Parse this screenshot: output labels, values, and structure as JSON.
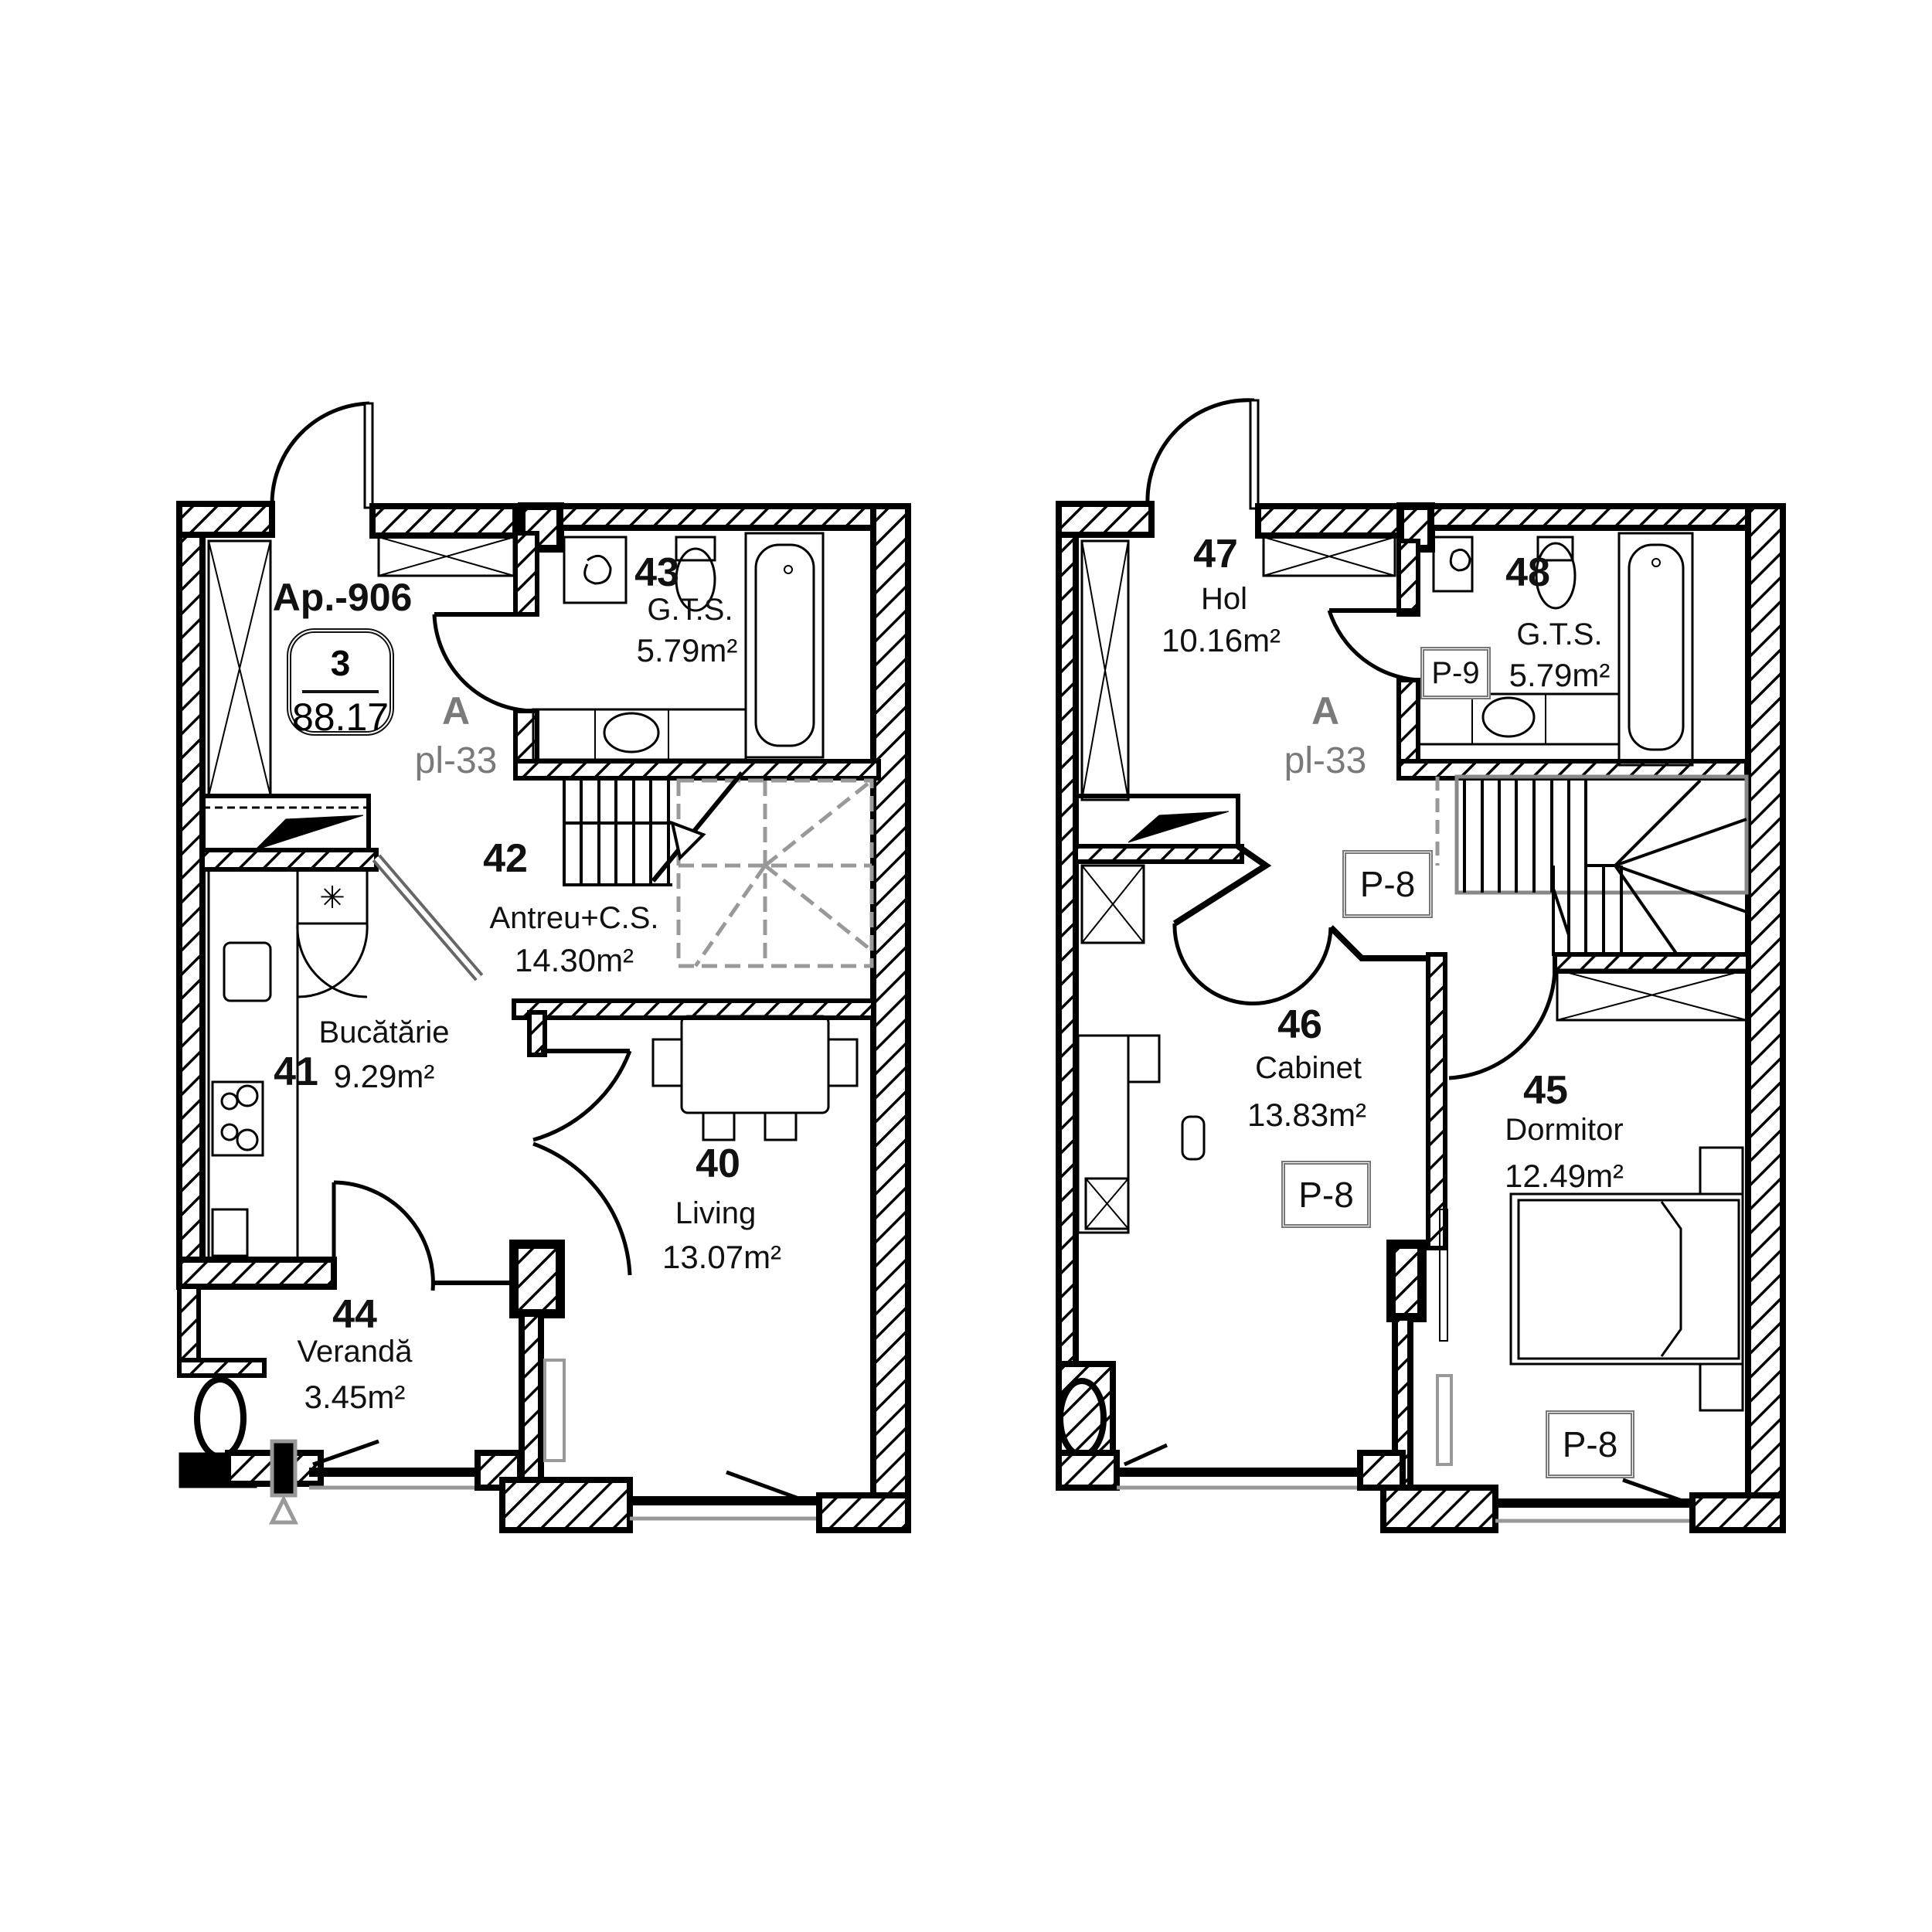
{
  "plan": {
    "apartment": {
      "code": "Ap.-906",
      "rooms": "3",
      "total_area": "88.17",
      "section": "A",
      "staircase": "pl-33"
    },
    "ground_floor": {
      "section": "A",
      "staircase": "pl-33",
      "rooms": [
        {
          "number": "43",
          "name": "G.T.S.",
          "area": "5.79m²"
        },
        {
          "number": "42",
          "name": "Antreu+C.S.",
          "area": "14.30m²"
        },
        {
          "number": "41",
          "name": "Bucătărie",
          "area": "9.29m²"
        },
        {
          "number": "40",
          "name": "Living",
          "area": "13.07m²"
        },
        {
          "number": "44",
          "name": "Verandă",
          "area": "3.45m²"
        }
      ]
    },
    "upper_floor": {
      "section": "A",
      "staircase": "pl-33",
      "rooms": [
        {
          "number": "47",
          "name": "Hol",
          "area": "10.16m²"
        },
        {
          "number": "48",
          "name": "G.T.S.",
          "area": "5.79m²",
          "tag": "P-9"
        },
        {
          "number": "46",
          "name": "Cabinet",
          "area": "13.83m²",
          "tag": "P-8"
        },
        {
          "number": "45",
          "name": "Dormitor",
          "area": "12.49m²",
          "tag": "P-8"
        }
      ],
      "hall_tag": "P-8"
    }
  }
}
